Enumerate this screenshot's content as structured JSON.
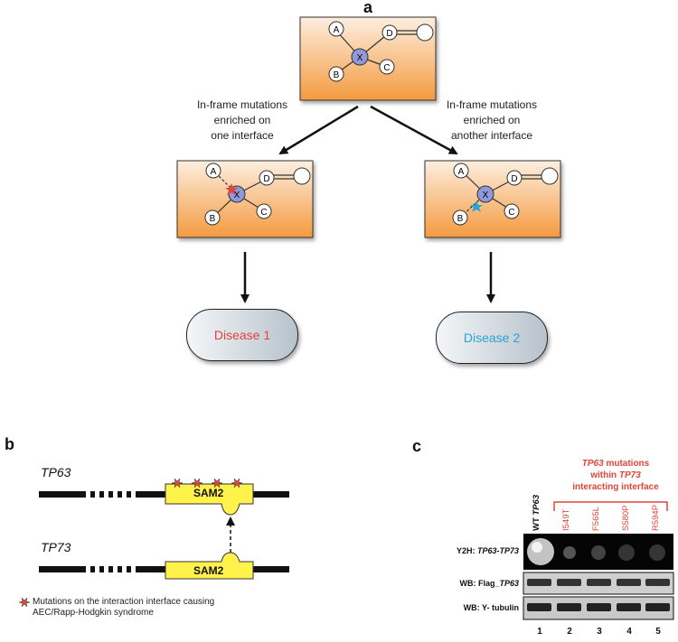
{
  "panel_a": {
    "letter": "a",
    "nodes": {
      "center": "X",
      "n1": "A",
      "n2": "D",
      "n3": "B",
      "n4": "C"
    },
    "left_caption": [
      "In-frame mutations",
      "enriched on",
      "one interface"
    ],
    "right_caption": [
      "In-frame mutations",
      "enriched on",
      "another interface"
    ],
    "disease1": {
      "label": "Disease 1",
      "color": "#e0453a"
    },
    "disease2": {
      "label": "Disease 2",
      "color": "#2aa3d6"
    },
    "box_gradient_top": "#fdeee0",
    "box_gradient_bottom": "#f39a3e",
    "node_x_color": "#8f98d8"
  },
  "panel_b": {
    "letter": "b",
    "gene_top": "TP63",
    "gene_bottom": "TP73",
    "domain_top": "SAM2",
    "domain_bottom": "SAM2",
    "domain_color": "#fff24a",
    "mutation_marker_color": "#e0453a",
    "legend_line1": "Mutations on the interaction interface causing",
    "legend_line2": "AEC/Rapp-Hodgkin syndrome"
  },
  "panel_c": {
    "letter": "c",
    "bracket_caption_parts": {
      "g1": "TP63",
      "t1": " mutations",
      "t2": "within ",
      "g2": "TP73",
      "t3": "interacting interface"
    },
    "lane_wt": {
      "prefix": "WT ",
      "gene": "TP63"
    },
    "lane_mutants": [
      "I549T",
      "F565L",
      "S580P",
      "R594P"
    ],
    "row_labels": {
      "y2h_prefix": "Y2H: ",
      "y2h_gene": "TP63-TP73",
      "flag_prefix": "WB: Flag_",
      "flag_gene": "TP63",
      "tubulin": "WB: Y- tubulin"
    },
    "lane_numbers": [
      "1",
      "2",
      "3",
      "4",
      "5"
    ],
    "accent_color": "#e0453a"
  }
}
